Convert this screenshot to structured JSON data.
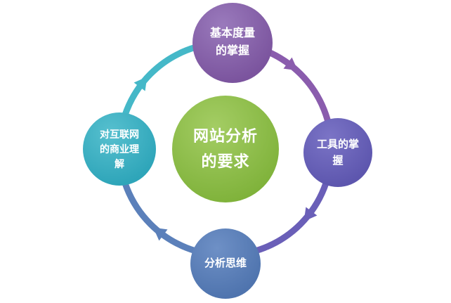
{
  "diagram": {
    "center": {
      "label": "网站分析\n的要求",
      "color": "#8dbe4a"
    },
    "nodes": [
      {
        "id": "top",
        "label": "基本度量\n的掌握",
        "color": "#8565a8"
      },
      {
        "id": "right",
        "label": "工具的掌\n握",
        "color": "#665fb5"
      },
      {
        "id": "bottom",
        "label": "分析思维",
        "color": "#5b80ba"
      },
      {
        "id": "left",
        "label": "对互联网\n的商业理\n解",
        "color": "#3cafc2"
      }
    ],
    "arcs": {
      "left_to_top": "#45b8c8",
      "top_to_right": "#8a5cad",
      "right_to_bottom": "#6a5fb8",
      "bottom_to_left": "#5b80ba"
    }
  }
}
